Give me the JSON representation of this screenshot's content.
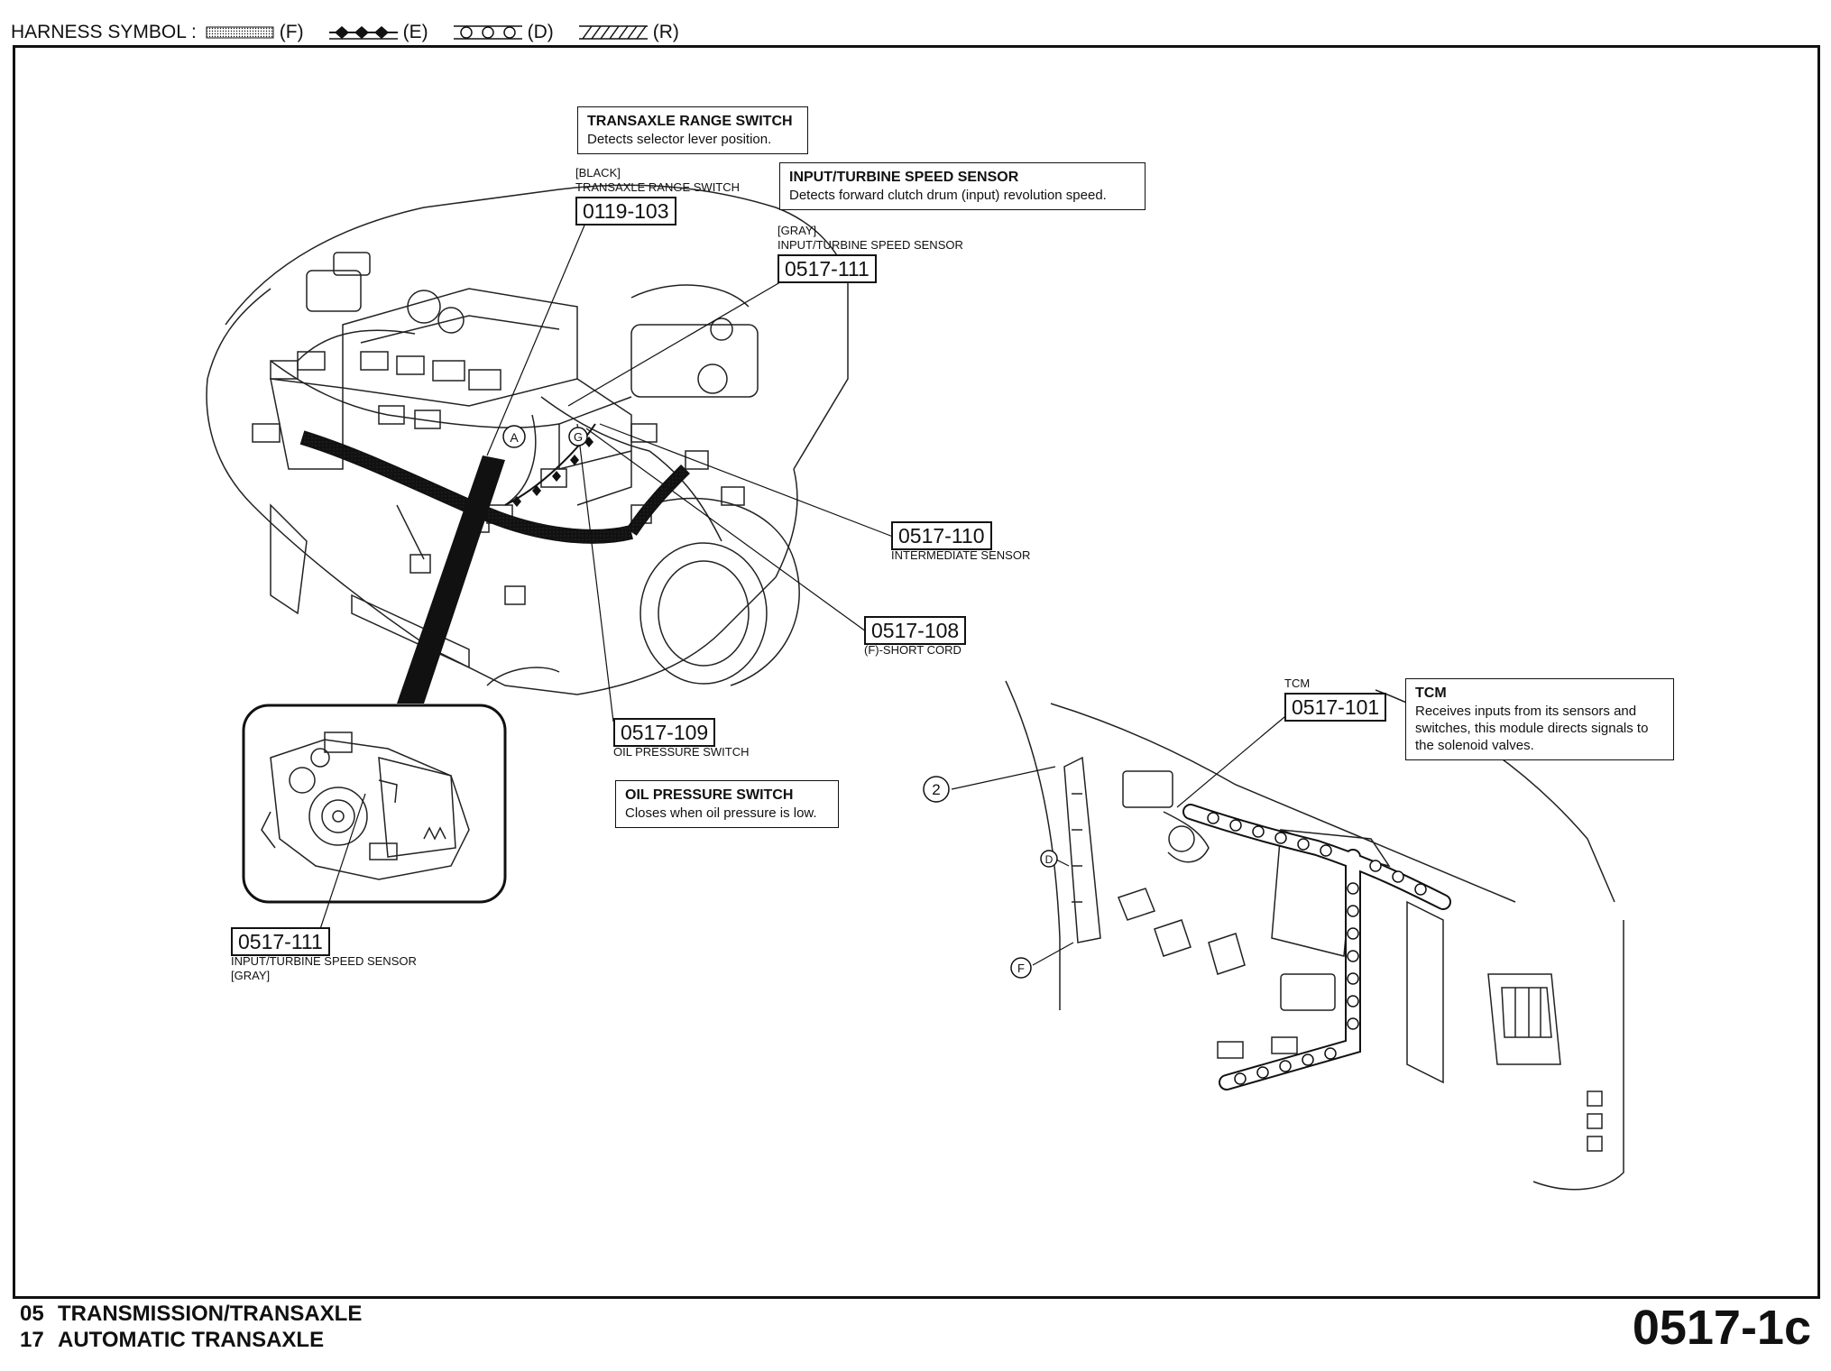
{
  "header": {
    "label": "HARNESS SYMBOL :",
    "symbols": [
      {
        "code": "(F)",
        "icon": "dotted-harness-icon"
      },
      {
        "code": "(E)",
        "icon": "diamond-harness-icon"
      },
      {
        "code": "(D)",
        "icon": "circle-harness-icon"
      },
      {
        "code": "(R)",
        "icon": "hatched-harness-icon"
      }
    ]
  },
  "callouts": {
    "range_switch": {
      "title": "TRANSAXLE RANGE SWITCH",
      "desc": "Detects selector lever position."
    },
    "turbine_sensor": {
      "title": "INPUT/TURBINE SPEED SENSOR",
      "desc": "Detects forward clutch drum (input) revolution speed."
    },
    "oil_pressure": {
      "title": "OIL PRESSURE SWITCH",
      "desc": "Closes when oil pressure is low."
    },
    "tcm": {
      "title": "TCM",
      "desc": "Receives inputs from its sensors and switches, this module directs signals to the solenoid valves."
    }
  },
  "connectors": {
    "c0119_103": {
      "id": "0119-103",
      "pre1": "[BLACK]",
      "pre2": "TRANSAXLE RANGE SWITCH"
    },
    "c0517_111_top": {
      "id": "0517-111",
      "pre1": "[GRAY]",
      "pre2": "INPUT/TURBINE SPEED SENSOR"
    },
    "c0517_110": {
      "id": "0517-110",
      "post1": "INTERMEDIATE SENSOR"
    },
    "c0517_108": {
      "id": "0517-108",
      "post1": "(F)-SHORT CORD"
    },
    "c0517_109": {
      "id": "0517-109",
      "post1": "OIL PRESSURE SWITCH"
    },
    "c0517_111_bottom": {
      "id": "0517-111",
      "post1": "INPUT/TURBINE SPEED SENSOR",
      "post2": "[GRAY]"
    },
    "c0517_101": {
      "id": "0517-101",
      "pre1": "TCM"
    }
  },
  "markers": {
    "two": "2",
    "d": "D",
    "f": "F",
    "a": "A",
    "g": "G"
  },
  "footer": {
    "line1_num": "05",
    "line1_text": "TRANSMISSION/TRANSAXLE",
    "line2_num": "17",
    "line2_text": "AUTOMATIC TRANSAXLE",
    "page_code": "0517-1c"
  }
}
